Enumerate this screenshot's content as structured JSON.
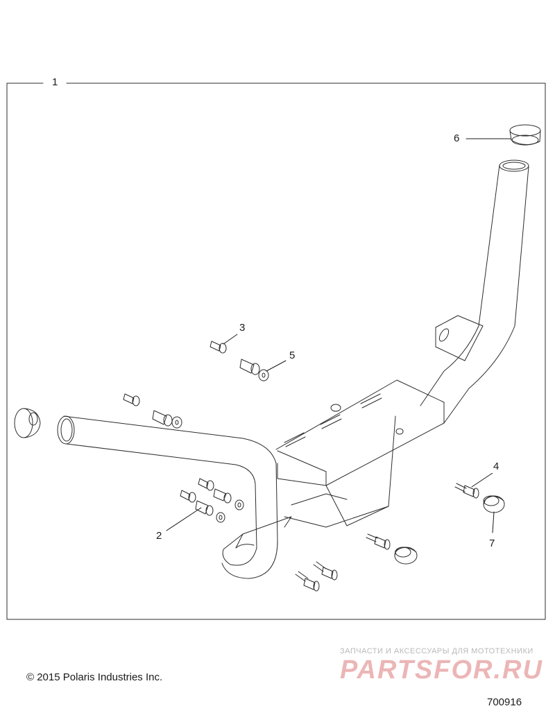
{
  "diagram": {
    "callouts": [
      "1",
      "2",
      "3",
      "4",
      "5",
      "6",
      "7"
    ]
  },
  "footer": {
    "copyright": "© 2015 Polaris Industries Inc.",
    "document_number": "700916"
  },
  "watermark": {
    "tagline": "ЗАПЧАСТИ И АКСЕССУАРЫ ДЛЯ МОТОТЕХНИКИ",
    "logo": "PARTSFOR.RU"
  }
}
